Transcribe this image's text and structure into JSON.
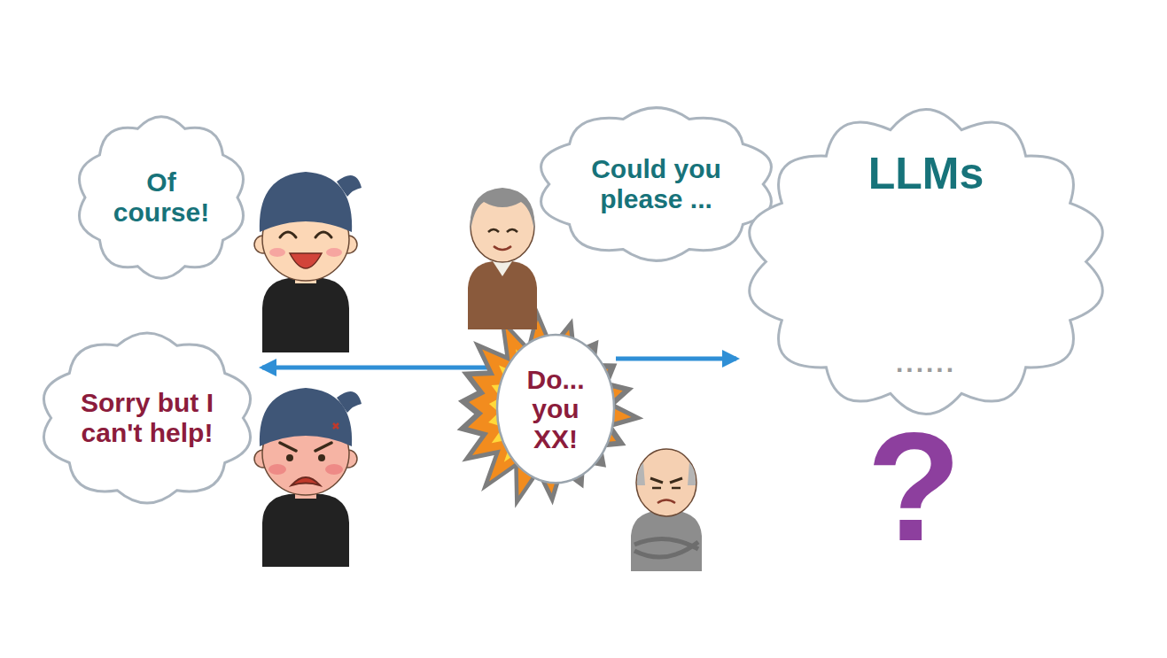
{
  "diagram": {
    "nodes": [
      {
        "text": [
          "Of course!"
        ]
      },
      {
        "text": [
          "Could you please ..."
        ]
      },
      {
        "text": [
          "LLMs",
          "......"
        ]
      },
      {
        "text": [
          "Sorry but I can't help!"
        ]
      },
      {
        "text": [
          "Do... you XX!"
        ]
      }
    ],
    "edges": [
      {
        "from": 4,
        "to": 3,
        "arrow": "to"
      },
      {
        "from": 4,
        "to": 2,
        "arrow": "to"
      }
    ],
    "labels": [
      "?"
    ]
  }
}
